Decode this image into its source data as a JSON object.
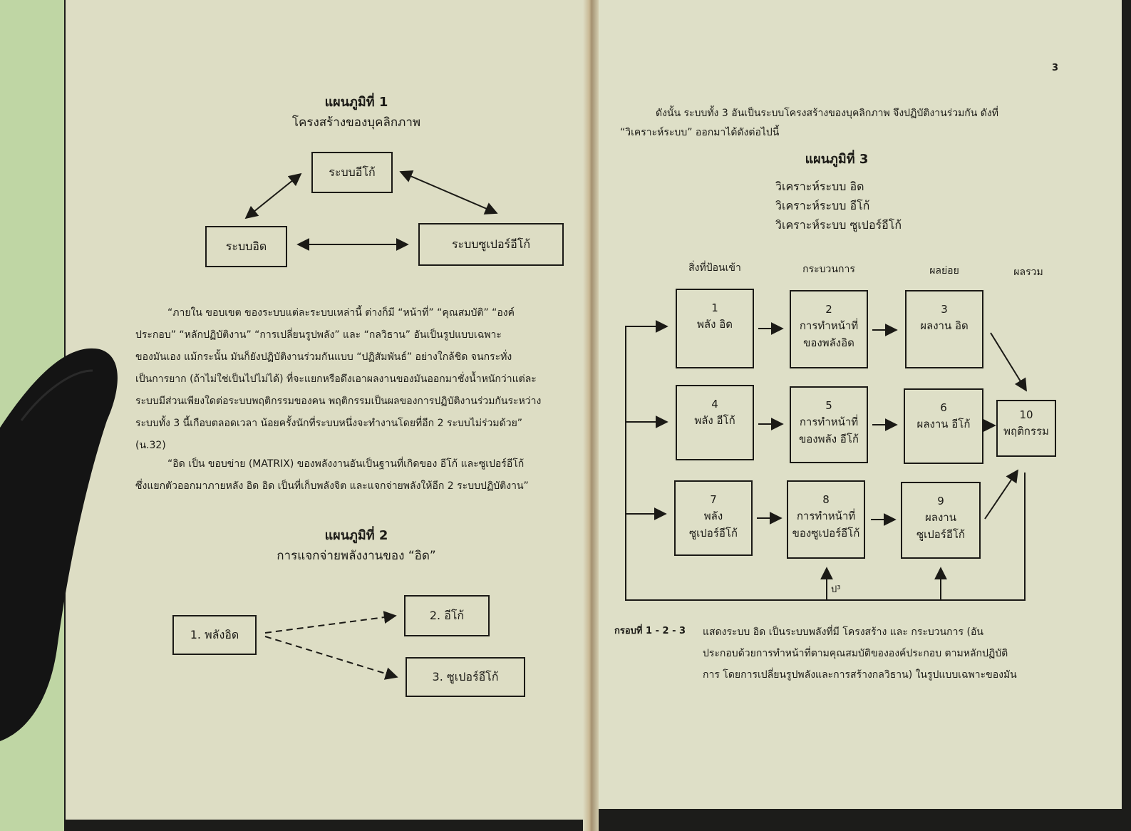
{
  "left_page": {
    "diagram1": {
      "title": "แผนภูมิที่ 1",
      "subtitle": "โครงสร้างของบุคลิกภาพ",
      "ego_box": "ระบบอีโก้",
      "id_box": "ระบบอิด",
      "superego_box": "ระบบซูเปอร์อีโก้"
    },
    "paragraph1": [
      "“ภายใน ขอบเขต ของระบบแต่ละระบบเหล่านี้ ต่างก็มี “หน้าที่” “คุณสมบัติ” “องค์",
      "ประกอบ” “หลักปฏิบัติงาน” “การเปลี่ยนรูปพลัง” และ “กลวิธาน” อันเป็นรูปแบบเฉพาะ",
      "ของมันเอง แม้กระนั้น มันก็ยังปฏิบัติงานร่วมกันแบบ “ปฏิสัมพันธ์” อย่างใกล้ชิด จนกระทั่ง",
      "เป็นการยาก (ถ้าไม่ใช่เป็นไปไม่ได้) ที่จะแยกหรือดึงเอาผลงานของมันออกมาชั่งน้ำหนักว่าแต่ละ",
      "ระบบมีส่วนเพียงใดต่อระบบพฤติกรรมของคน พฤติกรรมเป็นผลของการปฏิบัติงานร่วมกันระหว่าง",
      "ระบบทั้ง 3 นี้เกือบตลอดเวลา น้อยครั้งนักที่ระบบหนึ่งจะทำงานโดยที่อีก 2 ระบบไม่ร่วมด้วย”",
      "(น.32)"
    ],
    "paragraph2": [
      "“อิด เป็น ขอบข่าย (MATRIX) ของพลังงานอันเป็นฐานที่เกิดของ อีโก้ และซูเปอร์อีโก้",
      "ซึ่งแยกตัวออกมาภายหลัง อิด อิด เป็นที่เก็บพลังจิต และแจกจ่ายพลังให้อีก 2 ระบบปฏิบัติงาน”"
    ],
    "diagram2": {
      "title": "แผนภูมิที่ 2",
      "subtitle": "การแจกจ่ายพลังงานของ “อิด”",
      "box1": "1. พลังอิด",
      "box2": "2. อีโก้",
      "box3": "3. ซูเปอร์อีโก้"
    }
  },
  "right_page": {
    "page_number": "3",
    "intro": [
      "ดังนั้น ระบบทั้ง 3 อันเป็นระบบโครงสร้างของบุคลิกภาพ จึงปฏิบัติงานร่วมกัน ดังที่",
      "“วิเคราะห์ระบบ” ออกมาได้ดังต่อไปนี้"
    ],
    "diagram3": {
      "title": "แผนภูมิที่ 3",
      "analyses": [
        "วิเคราะห์ระบบ อิด",
        "วิเคราะห์ระบบ อีโก้",
        "วิเคราะห์ระบบ ซูเปอร์อีโก้"
      ],
      "column_headers": [
        "สิ่งที่ป้อนเข้า",
        "กระบวนการ",
        "ผลย่อย",
        "ผลรวม"
      ],
      "boxes": [
        {
          "num": "1",
          "line1": "พลัง อิด",
          "line2": ""
        },
        {
          "num": "2",
          "line1": "การทำหน้าที่",
          "line2": "ของพลังอิด"
        },
        {
          "num": "3",
          "line1": "ผลงาน อิด",
          "line2": ""
        },
        {
          "num": "4",
          "line1": "พลัง อีโก้",
          "line2": ""
        },
        {
          "num": "5",
          "line1": "การทำหน้าที่",
          "line2": "ของพลัง อีโก้"
        },
        {
          "num": "6",
          "line1": "ผลงาน อีโก้",
          "line2": ""
        },
        {
          "num": "7",
          "line1": "พลัง",
          "line2": "ซูเปอร์อีโก้"
        },
        {
          "num": "8",
          "line1": "การทำหน้าที่",
          "line2": "ของซูเปอร์อีโก้"
        },
        {
          "num": "9",
          "line1": "ผลงาน",
          "line2": "ซูเปอร์อีโก้"
        },
        {
          "num": "10",
          "line1": "พฤติกรรม",
          "line2": ""
        }
      ],
      "feedback_label": "ป³"
    },
    "caption": {
      "label": "กรอบที่ 1 - 2 - 3",
      "lines": [
        "แสดงระบบ อิด เป็นระบบพลังที่มี โครงสร้าง และ กระบวนการ (อัน",
        "ประกอบด้วยการทำหน้าที่ตามคุณสมบัติขององค์ประกอบ ตามหลักปฏิบัติ",
        "การ โดยการเปลี่ยนรูปพลังและการสร้างกลวิธาน) ในรูปแบบเฉพาะของมัน"
      ]
    }
  }
}
